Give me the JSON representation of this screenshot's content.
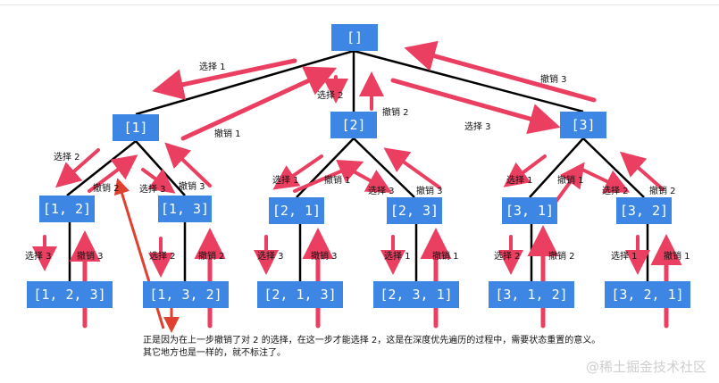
{
  "colors": {
    "node_fill": "#3d86e3",
    "node_text": "#ffffff",
    "edge": "#000000",
    "arrow": "#ea3f60",
    "note_arrow": "#e0412f"
  },
  "nodes": {
    "root": "[]",
    "n1": "[1]",
    "n2": "[2]",
    "n3": "[3]",
    "n12": "[1, 2]",
    "n13": "[1, 3]",
    "n21": "[2, 1]",
    "n23": "[2, 3]",
    "n31": "[3, 1]",
    "n32": "[3, 2]",
    "n123": "[1, 2, 3]",
    "n132": "[1, 3, 2]",
    "n213": "[2, 1, 3]",
    "n231": "[2, 3, 1]",
    "n312": "[3, 1, 2]",
    "n321": "[3, 2, 1]"
  },
  "labels": {
    "sel1_root": "选择 1",
    "sel2_root": "选择 2",
    "sel3_root": "选择 3",
    "undo1_root": "撤销 1",
    "undo2_root": "撤销 2",
    "undo3_root": "撤销 3",
    "a_sel2": "选择 2",
    "a_undo2": "撤销 2",
    "a_sel3": "选择 3",
    "a_undo3": "撤销 3",
    "b_sel1": "选择 1",
    "b_undo1": "撤销 1",
    "b_sel3": "选择 3",
    "b_undo3": "撤销 3",
    "c_sel1": "选择 1",
    "c_undo1": "撤销 1",
    "c_sel2": "选择 2",
    "c_undo2": "撤销 2",
    "d12_sel": "选择 3",
    "d12_undo": "撤销 3",
    "d13_sel": "选择 2",
    "d13_undo": "撤销 2",
    "d21_sel": "选择 3",
    "d21_undo": "撤销 3",
    "d23_sel": "选择 1",
    "d23_undo": "撤销 1",
    "d31_sel": "选择 2",
    "d31_undo": "撤销 2",
    "d32_sel": "选择 1",
    "d32_undo": "撤销 1"
  },
  "note": {
    "line1": "正是因为在上一步撤销了对 2 的选择，在这一步才能选择 2，这是在深度优先遍历的过程中，需要状态重置的意义。",
    "line2": "其它地方也是一样的，就不标注了。"
  },
  "watermark": "@稀土掘金技术社区"
}
